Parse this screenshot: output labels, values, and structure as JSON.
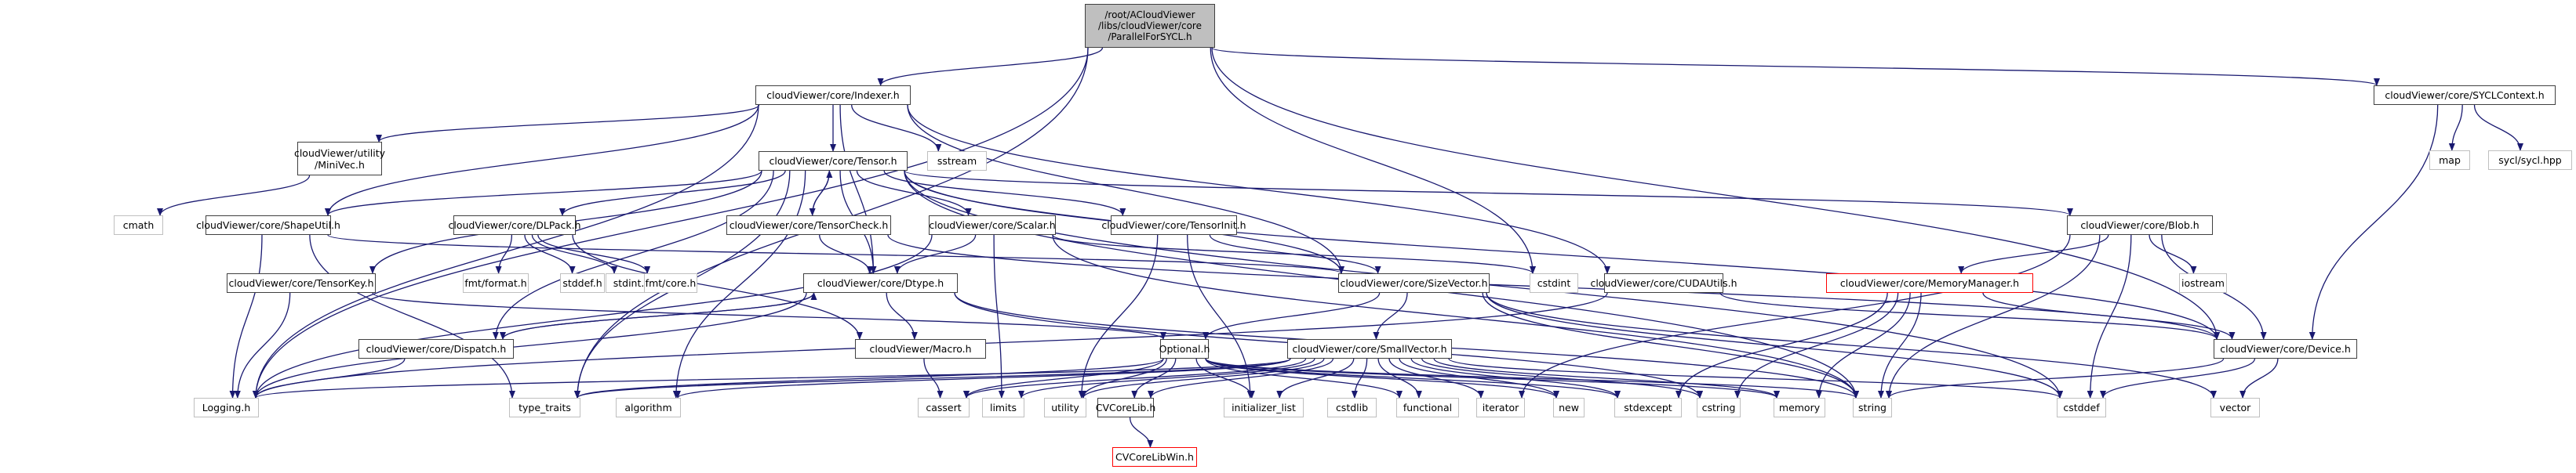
{
  "graph": {
    "title": "Include dependency graph for ParallelForSYCL.h",
    "edge_color": "#191970",
    "root_fill": "#bfbfbf",
    "nodes": [
      {
        "id": "root",
        "label": "/root/ACloudViewer\n/libs/cloudViewer/core\n/ParallelForSYCL.h",
        "kind": "root"
      },
      {
        "id": "indexer",
        "label": "cloudViewer/core/Indexer.h",
        "kind": "doc"
      },
      {
        "id": "syclctx",
        "label": "cloudViewer/core/SYCLContext.h",
        "kind": "doc"
      },
      {
        "id": "minivec",
        "label": "cloudViewer/utility\n/MiniVec.h",
        "kind": "doc"
      },
      {
        "id": "tensor",
        "label": "cloudViewer/core/Tensor.h",
        "kind": "doc"
      },
      {
        "id": "sstream",
        "label": "sstream",
        "kind": "ext"
      },
      {
        "id": "map",
        "label": "map",
        "kind": "ext"
      },
      {
        "id": "syclhpp",
        "label": "sycl/sycl.hpp",
        "kind": "ext"
      },
      {
        "id": "cmath",
        "label": "cmath",
        "kind": "ext"
      },
      {
        "id": "shapeutil",
        "label": "cloudViewer/core/ShapeUtil.h",
        "kind": "doc"
      },
      {
        "id": "dlpack",
        "label": "cloudViewer/core/DLPack.h",
        "kind": "doc"
      },
      {
        "id": "tensorcheck",
        "label": "cloudViewer/core/TensorCheck.h",
        "kind": "doc"
      },
      {
        "id": "scalar",
        "label": "cloudViewer/core/Scalar.h",
        "kind": "doc"
      },
      {
        "id": "tensorinit",
        "label": "cloudViewer/core/TensorInit.h",
        "kind": "doc"
      },
      {
        "id": "blob",
        "label": "cloudViewer/core/Blob.h",
        "kind": "doc"
      },
      {
        "id": "tensorkey",
        "label": "cloudViewer/core/TensorKey.h",
        "kind": "doc"
      },
      {
        "id": "fmtformat",
        "label": "fmt/format.h",
        "kind": "ext"
      },
      {
        "id": "stddefh",
        "label": "stddef.h",
        "kind": "ext"
      },
      {
        "id": "stdinth",
        "label": "stdint.h",
        "kind": "ext"
      },
      {
        "id": "fmtcore",
        "label": "fmt/core.h",
        "kind": "ext"
      },
      {
        "id": "dtype",
        "label": "cloudViewer/core/Dtype.h",
        "kind": "doc"
      },
      {
        "id": "sizevector",
        "label": "cloudViewer/core/SizeVector.h",
        "kind": "doc"
      },
      {
        "id": "cstdint",
        "label": "cstdint",
        "kind": "ext"
      },
      {
        "id": "cudautils",
        "label": "cloudViewer/core/CUDAUtils.h",
        "kind": "doc"
      },
      {
        "id": "memmgr",
        "label": "cloudViewer/core/MemoryManager.h",
        "kind": "bad"
      },
      {
        "id": "iostream",
        "label": "iostream",
        "kind": "ext"
      },
      {
        "id": "dispatch",
        "label": "cloudViewer/core/Dispatch.h",
        "kind": "doc"
      },
      {
        "id": "macro",
        "label": "cloudViewer/Macro.h",
        "kind": "doc"
      },
      {
        "id": "optional",
        "label": "Optional.h",
        "kind": "doc"
      },
      {
        "id": "smallvector",
        "label": "cloudViewer/core/SmallVector.h",
        "kind": "doc"
      },
      {
        "id": "device",
        "label": "cloudViewer/core/Device.h",
        "kind": "doc"
      },
      {
        "id": "logging",
        "label": "Logging.h",
        "kind": "ext"
      },
      {
        "id": "typetraits",
        "label": "type_traits",
        "kind": "ext"
      },
      {
        "id": "algorithm",
        "label": "algorithm",
        "kind": "ext"
      },
      {
        "id": "cassert",
        "label": "cassert",
        "kind": "ext"
      },
      {
        "id": "limits",
        "label": "limits",
        "kind": "ext"
      },
      {
        "id": "utility",
        "label": "utility",
        "kind": "ext"
      },
      {
        "id": "cvcorelib",
        "label": "CVCoreLib.h",
        "kind": "doc"
      },
      {
        "id": "initlist",
        "label": "initializer_list",
        "kind": "ext"
      },
      {
        "id": "cstdlib",
        "label": "cstdlib",
        "kind": "ext"
      },
      {
        "id": "functional",
        "label": "functional",
        "kind": "ext"
      },
      {
        "id": "iterator",
        "label": "iterator",
        "kind": "ext"
      },
      {
        "id": "new",
        "label": "new",
        "kind": "ext"
      },
      {
        "id": "stdexcept",
        "label": "stdexcept",
        "kind": "ext"
      },
      {
        "id": "cstring",
        "label": "cstring",
        "kind": "ext"
      },
      {
        "id": "memory",
        "label": "memory",
        "kind": "ext"
      },
      {
        "id": "string",
        "label": "string",
        "kind": "ext"
      },
      {
        "id": "cstddef",
        "label": "cstddef",
        "kind": "ext"
      },
      {
        "id": "vector",
        "label": "vector",
        "kind": "ext"
      },
      {
        "id": "cvcorelibwin",
        "label": "CVCoreLibWin.h",
        "kind": "bad"
      }
    ],
    "edges": [
      [
        "root",
        "indexer"
      ],
      [
        "root",
        "syclctx"
      ],
      [
        "root",
        "logging"
      ],
      [
        "root",
        "typetraits"
      ],
      [
        "root",
        "cstdint"
      ],
      [
        "root",
        "device"
      ],
      [
        "indexer",
        "tensor"
      ],
      [
        "indexer",
        "sstream"
      ],
      [
        "indexer",
        "minivec"
      ],
      [
        "indexer",
        "shapeutil"
      ],
      [
        "indexer",
        "logging"
      ],
      [
        "indexer",
        "dtype"
      ],
      [
        "indexer",
        "sizevector"
      ],
      [
        "indexer",
        "cudautils"
      ],
      [
        "syclctx",
        "map"
      ],
      [
        "syclctx",
        "syclhpp"
      ],
      [
        "syclctx",
        "device"
      ],
      [
        "minivec",
        "cmath"
      ],
      [
        "tensor",
        "shapeutil"
      ],
      [
        "tensor",
        "dlpack"
      ],
      [
        "tensor",
        "tensorcheck"
      ],
      [
        "tensor",
        "scalar"
      ],
      [
        "tensor",
        "tensorinit"
      ],
      [
        "tensor",
        "blob"
      ],
      [
        "tensor",
        "tensorkey"
      ],
      [
        "tensor",
        "dtype"
      ],
      [
        "tensor",
        "sizevector"
      ],
      [
        "tensor",
        "device"
      ],
      [
        "tensor",
        "algorithm"
      ],
      [
        "tensor",
        "typetraits"
      ],
      [
        "tensor",
        "string"
      ],
      [
        "tensor",
        "cstddef"
      ],
      [
        "tensor",
        "dispatch"
      ],
      [
        "tensorcheck",
        "tensor"
      ],
      [
        "tensorcheck",
        "dtype"
      ],
      [
        "tensorcheck",
        "device"
      ],
      [
        "shapeutil",
        "sizevector"
      ],
      [
        "shapeutil",
        "logging"
      ],
      [
        "shapeutil",
        "typetraits"
      ],
      [
        "dlpack",
        "fmtformat"
      ],
      [
        "dlpack",
        "stddefh"
      ],
      [
        "dlpack",
        "stdinth"
      ],
      [
        "dlpack",
        "fmtcore"
      ],
      [
        "dlpack",
        "macro"
      ],
      [
        "scalar",
        "dtype"
      ],
      [
        "scalar",
        "logging"
      ],
      [
        "scalar",
        "limits"
      ],
      [
        "scalar",
        "cstdint"
      ],
      [
        "scalar",
        "string"
      ],
      [
        "tensorinit",
        "sizevector"
      ],
      [
        "tensorinit",
        "utility"
      ],
      [
        "tensorinit",
        "initlist"
      ],
      [
        "blob",
        "memmgr"
      ],
      [
        "blob",
        "device"
      ],
      [
        "blob",
        "iostream"
      ],
      [
        "blob",
        "string"
      ],
      [
        "blob",
        "cstddef"
      ],
      [
        "blob",
        "iterator"
      ],
      [
        "tensorkey",
        "logging"
      ],
      [
        "tensorkey",
        "optional"
      ],
      [
        "dtype",
        "dispatch"
      ],
      [
        "dtype",
        "macro"
      ],
      [
        "dtype",
        "logging"
      ],
      [
        "dtype",
        "string"
      ],
      [
        "dtype",
        "cstring"
      ],
      [
        "dispatch",
        "dtype"
      ],
      [
        "dispatch",
        "logging"
      ],
      [
        "sizevector",
        "optional"
      ],
      [
        "sizevector",
        "smallvector"
      ],
      [
        "sizevector",
        "cstddef"
      ],
      [
        "sizevector",
        "string"
      ],
      [
        "sizevector",
        "vector"
      ],
      [
        "cudautils",
        "device"
      ],
      [
        "cudautils",
        "logging"
      ],
      [
        "memmgr",
        "device"
      ],
      [
        "memmgr",
        "memory"
      ],
      [
        "memmgr",
        "string"
      ],
      [
        "memmgr",
        "stdexcept"
      ],
      [
        "memmgr",
        "cstring"
      ],
      [
        "macro",
        "cassert"
      ],
      [
        "optional",
        "cassert"
      ],
      [
        "optional",
        "utility"
      ],
      [
        "optional",
        "cvcorelib"
      ],
      [
        "optional",
        "initlist"
      ],
      [
        "optional",
        "functional"
      ],
      [
        "optional",
        "new"
      ],
      [
        "optional",
        "stdexcept"
      ],
      [
        "optional",
        "typetraits"
      ],
      [
        "optional",
        "memory"
      ],
      [
        "optional",
        "string"
      ],
      [
        "smallvector",
        "cvcorelib"
      ],
      [
        "smallvector",
        "algorithm"
      ],
      [
        "smallvector",
        "cassert"
      ],
      [
        "smallvector",
        "cstddef"
      ],
      [
        "smallvector",
        "cstdlib"
      ],
      [
        "smallvector",
        "cstring"
      ],
      [
        "smallvector",
        "functional"
      ],
      [
        "smallvector",
        "initlist"
      ],
      [
        "smallvector",
        "iterator"
      ],
      [
        "smallvector",
        "limits"
      ],
      [
        "smallvector",
        "memory"
      ],
      [
        "smallvector",
        "new"
      ],
      [
        "smallvector",
        "stdexcept"
      ],
      [
        "smallvector",
        "typetraits"
      ],
      [
        "smallvector",
        "utility"
      ],
      [
        "smallvector",
        "logging"
      ],
      [
        "device",
        "string"
      ],
      [
        "device",
        "vector"
      ],
      [
        "device",
        "cstddef"
      ],
      [
        "cvcorelib",
        "cvcorelibwin"
      ]
    ]
  }
}
